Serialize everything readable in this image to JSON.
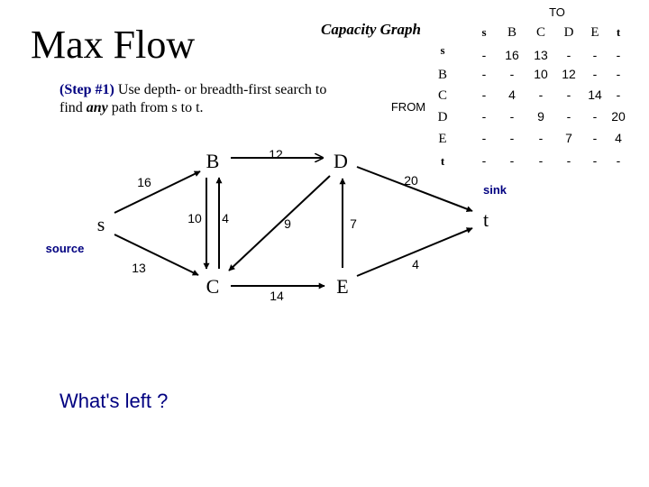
{
  "slide": {
    "title": "Max Flow",
    "step_label": "(Step #1)",
    "step_text_before": " Use depth- or breadth-first search to find ",
    "step_text_emph": "any",
    "step_text_after": " path from s to t.",
    "question": "What's left ?"
  },
  "graph": {
    "nodes": [
      {
        "id": "s",
        "label": "s"
      },
      {
        "id": "B",
        "label": "B"
      },
      {
        "id": "C",
        "label": "C"
      },
      {
        "id": "D",
        "label": "D"
      },
      {
        "id": "E",
        "label": "E"
      },
      {
        "id": "t",
        "label": "t"
      }
    ],
    "edges": [
      {
        "from": "s",
        "to": "B",
        "capacity": "16"
      },
      {
        "from": "s",
        "to": "C",
        "capacity": "13"
      },
      {
        "from": "B",
        "to": "C",
        "capacity": "10"
      },
      {
        "from": "C",
        "to": "B",
        "capacity": "4"
      },
      {
        "from": "B",
        "to": "D",
        "capacity": "12"
      },
      {
        "from": "D",
        "to": "C",
        "capacity": "9"
      },
      {
        "from": "C",
        "to": "E",
        "capacity": "14"
      },
      {
        "from": "E",
        "to": "D",
        "capacity": "7"
      },
      {
        "from": "D",
        "to": "t",
        "capacity": "20"
      },
      {
        "from": "E",
        "to": "t",
        "capacity": "4"
      }
    ],
    "source_label": "source",
    "sink_label": "sink"
  },
  "matrix": {
    "title": "Capacity Graph",
    "to_label": "TO",
    "from_label": "FROM",
    "col_headers": [
      "s",
      "B",
      "C",
      "D",
      "E",
      "t"
    ],
    "row_headers": [
      "s",
      "B",
      "C",
      "D",
      "E",
      "t"
    ],
    "rows": [
      [
        "-",
        "16",
        "13",
        "-",
        "-",
        "-"
      ],
      [
        "-",
        "-",
        "10",
        "12",
        "-",
        "-"
      ],
      [
        "-",
        "4",
        "-",
        "-",
        "14",
        "-"
      ],
      [
        "-",
        "-",
        "9",
        "-",
        "-",
        "20"
      ],
      [
        "-",
        "-",
        "-",
        "7",
        "-",
        "4"
      ],
      [
        "-",
        "-",
        "-",
        "-",
        "-",
        "-"
      ]
    ]
  },
  "colors": {
    "text": "#000000",
    "accent": "#000080",
    "edge": "#000000"
  }
}
